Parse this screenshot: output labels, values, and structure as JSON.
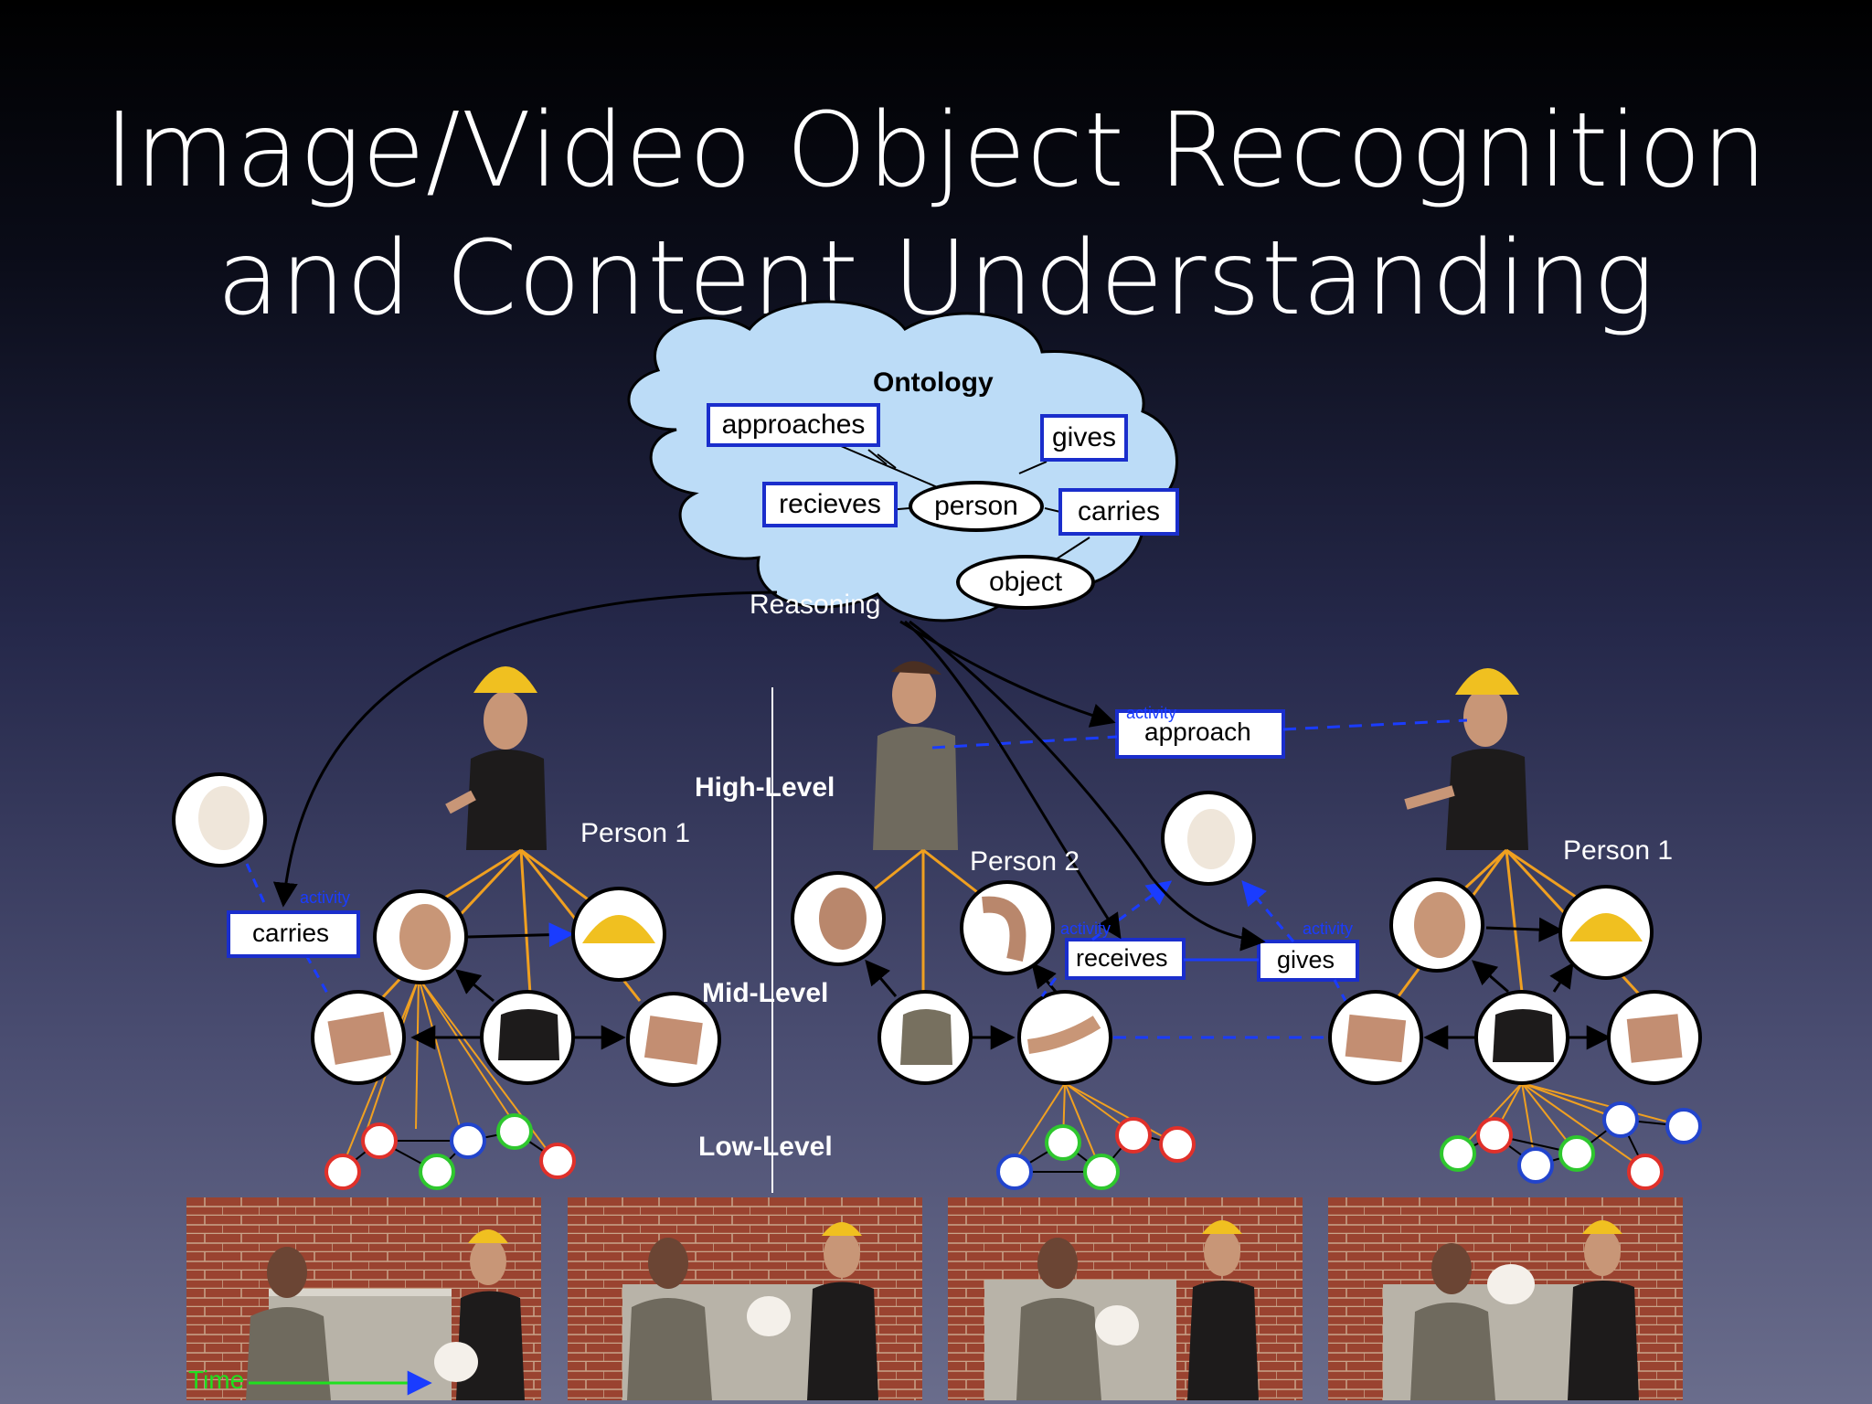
{
  "slide": {
    "title_line1": "Image/Video Object Recognition",
    "title_line2": "and Content Understanding"
  },
  "ontology": {
    "heading": "Ontology",
    "relations": [
      "approaches",
      "gives",
      "recieves",
      "carries"
    ],
    "entities": [
      "person",
      "object"
    ],
    "reasoning_label": "Reasoning"
  },
  "levels": {
    "high": "High-Level",
    "mid": "Mid-Level",
    "low": "Low-Level"
  },
  "persons": {
    "left": "Person 1",
    "middle": "Person 2",
    "right": "Person 1"
  },
  "activities": {
    "tag": "activity",
    "carries": "carries",
    "approach": "approach",
    "receives": "receives",
    "gives": "gives"
  },
  "timeline": {
    "label": "Time"
  },
  "colors": {
    "relation_box_border": "#1a2ecc",
    "cloud_fill": "#bcdcf7",
    "part_edge": "#f0a020",
    "dashed_link": "#1a3cff",
    "node_red": "#e0302a",
    "node_green": "#2ec72e",
    "node_blue": "#2244cc"
  }
}
